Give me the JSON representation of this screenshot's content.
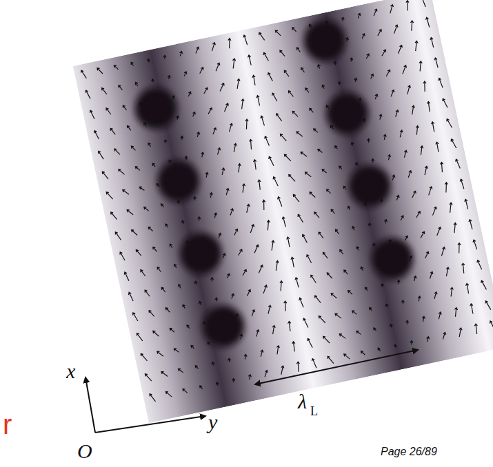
{
  "diagram": {
    "labels": [
      "r",
      "x",
      "O",
      "y",
      "λ",
      "L",
      "Page 26/89"
    ]
  }
}
